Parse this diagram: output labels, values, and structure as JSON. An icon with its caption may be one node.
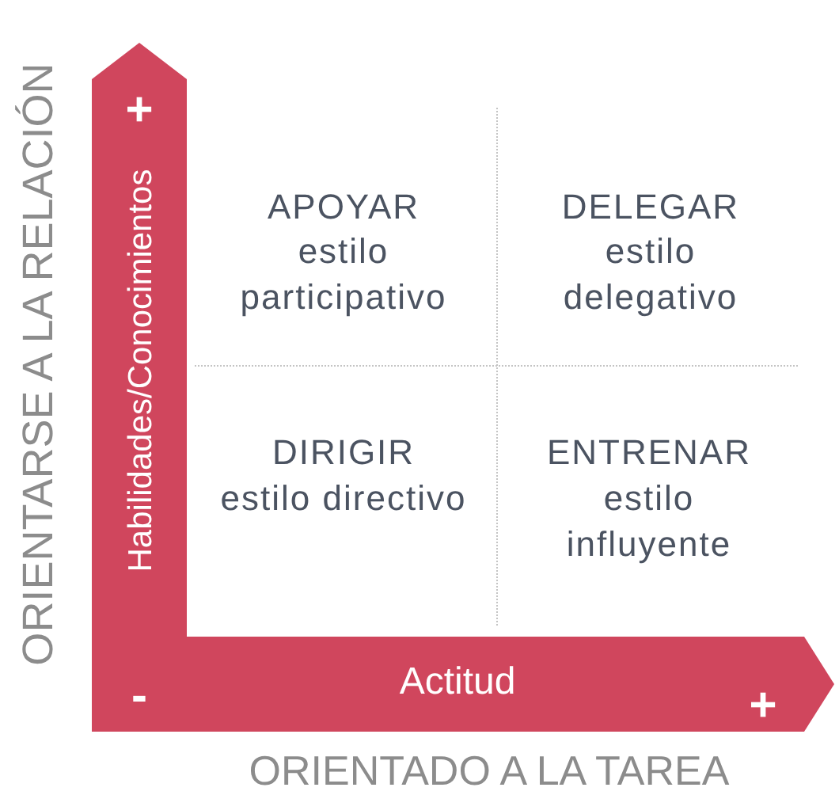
{
  "diagram": {
    "nodes": [
      {
        "text": [
          "+",
          "Habilidades/Conocimientos"
        ]
      },
      {
        "text": [
          "-",
          "Actitud",
          "+"
        ]
      }
    ],
    "labels": [
      "ORIENTARSE A LA RELACIÓN",
      "APOYAR",
      "estilo participativo",
      "DELEGAR",
      "estilo delegativo",
      "DIRIGIR",
      "estilo directivo",
      "ENTRENAR",
      "estilo influyente",
      "ORIENTADO A LA TAREA"
    ]
  }
}
